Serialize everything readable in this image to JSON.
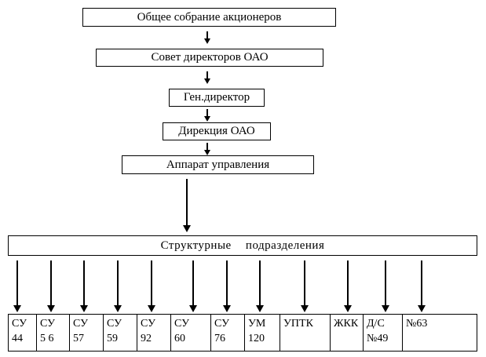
{
  "hierarchy": {
    "shareholders_meeting": "Общее собрание акционеров",
    "board_of_directors": "Совет директоров ОАО",
    "general_director": "Ген.директор",
    "directorate": "Дирекция ОАО",
    "management_apparatus": "Аппарат управления",
    "structural_divisions_title": "Структурные подразделения"
  },
  "bottom": {
    "cells": [
      {
        "line1": "СУ",
        "line2": "44"
      },
      {
        "line1": "СУ",
        "line2": "5 6"
      },
      {
        "line1": "СУ",
        "line2": "57"
      },
      {
        "line1": "СУ",
        "line2": "59"
      },
      {
        "line1": "СУ",
        "line2": "92"
      },
      {
        "line1": "СУ",
        "line2": "60"
      },
      {
        "line1": "СУ",
        "line2": "76"
      },
      {
        "line1": "УМ",
        "line2": "120"
      },
      {
        "line1": "УПТК",
        "line2": ""
      },
      {
        "line1": "ЖКК",
        "line2": ""
      },
      {
        "line1": "Д/С",
        "line2": "№49"
      },
      {
        "line1": "",
        "line2": "№63"
      }
    ]
  }
}
